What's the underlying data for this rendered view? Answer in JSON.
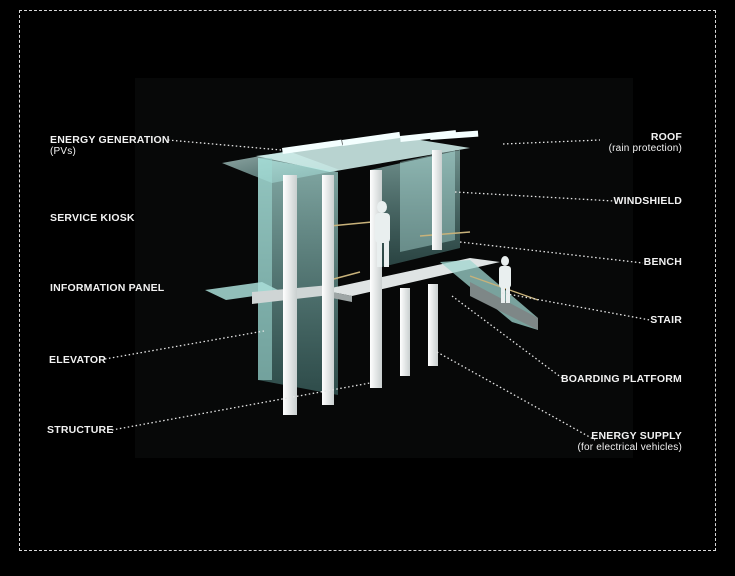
{
  "labels": {
    "energy_generation": {
      "main": "ENERGY GENERATION",
      "sub": "(PVs)"
    },
    "service_kiosk": {
      "main": "SERVICE KIOSK"
    },
    "information_panel": {
      "main": "INFORMATION PANEL"
    },
    "elevator": {
      "main": "ELEVATOR"
    },
    "structure": {
      "main": "STRUCTURE"
    },
    "roof": {
      "main": "ROOF",
      "sub": "(rain protection)"
    },
    "windshield": {
      "main": "WINDSHIELD"
    },
    "bench": {
      "main": "BENCH"
    },
    "stair": {
      "main": "STAIR"
    },
    "boarding_platform": {
      "main": "BOARDING PLATFORM"
    },
    "energy_supply": {
      "main": "ENERGY SUPPLY",
      "sub": "(for electrical vehicles)"
    }
  },
  "colors": {
    "background": "#000000",
    "glass": "#bfeee8",
    "structure": "#f1f3f3",
    "leader_line": "#e6e6e6"
  }
}
